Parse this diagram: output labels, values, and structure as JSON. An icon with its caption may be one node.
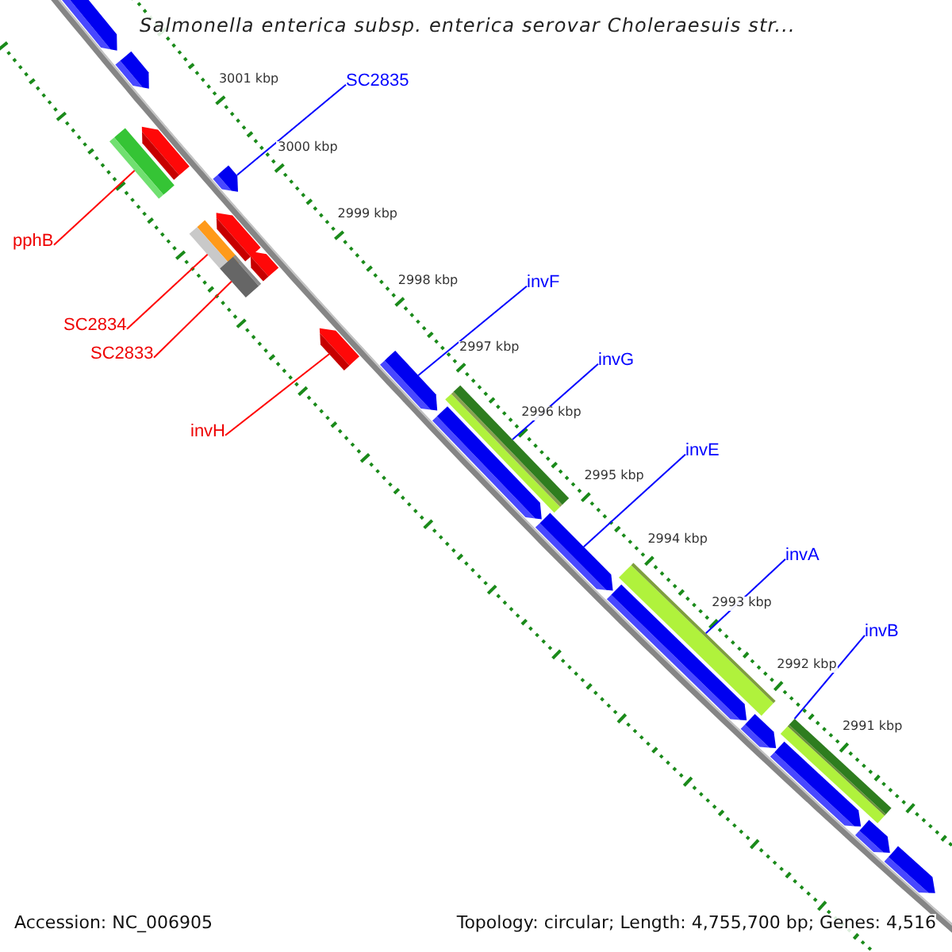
{
  "diagram": {
    "title": "Salmonella enterica subsp. enterica serovar Choleraesuis str...",
    "nodes": [
      {
        "text": [
          "SC2835"
        ]
      },
      {
        "text": [],
        "shape": "bar"
      },
      {
        "text": [
          "pphB"
        ]
      },
      {
        "text": [],
        "shape": "bar"
      },
      {
        "text": [
          "SC2834"
        ]
      },
      {
        "text": [],
        "shape": "bar"
      },
      {
        "text": [
          "SC2833"
        ]
      },
      {
        "text": [],
        "shape": "bar"
      },
      {
        "text": [
          "invF"
        ]
      },
      {
        "text": [],
        "shape": "bar"
      },
      {
        "text": [
          "invH"
        ]
      },
      {
        "text": [],
        "shape": "bar"
      },
      {
        "text": [
          "invG"
        ]
      },
      {
        "text": [],
        "shape": "bar"
      },
      {
        "text": [
          "invE"
        ]
      },
      {
        "text": [],
        "shape": "bar"
      },
      {
        "text": [
          "invA"
        ]
      },
      {
        "text": [],
        "shape": "bar"
      },
      {
        "text": [
          "invB"
        ]
      },
      {
        "text": [],
        "shape": "bar"
      },
      {
        "text": [],
        "shape": "bar"
      },
      {
        "text": [],
        "shape": "bar"
      },
      {
        "text": [],
        "shape": "bar"
      },
      {
        "text": [],
        "shape": "bar"
      },
      {
        "text": [],
        "shape": "bar"
      },
      {
        "text": [],
        "shape": "bar"
      },
      {
        "text": [],
        "shape": "bar"
      },
      {
        "text": [],
        "shape": "bar"
      },
      {
        "text": [],
        "shape": "bar"
      },
      {
        "text": [],
        "shape": "bar"
      },
      {
        "text": [],
        "shape": "bar"
      }
    ],
    "edges": [
      {
        "from": 0,
        "to": 1,
        "arrow": "none"
      },
      {
        "from": 2,
        "to": 3,
        "arrow": "none",
        "color": "#ff0000"
      },
      {
        "from": 4,
        "to": 5,
        "arrow": "none",
        "color": "#ff0000"
      },
      {
        "from": 6,
        "to": 7,
        "arrow": "none",
        "color": "#ff0000"
      },
      {
        "from": 8,
        "to": 9,
        "arrow": "none"
      },
      {
        "from": 10,
        "to": 11,
        "arrow": "none",
        "color": "#ff0000"
      },
      {
        "from": 12,
        "to": 13,
        "arrow": "none"
      },
      {
        "from": 14,
        "to": 15,
        "arrow": "none"
      },
      {
        "from": 16,
        "to": 17,
        "arrow": "none"
      },
      {
        "from": 18,
        "to": 19,
        "arrow": "none"
      }
    ],
    "labels": [
      "3001 kbp",
      "3000 kbp",
      "2999 kbp",
      "2998 kbp",
      "2997 kbp",
      "2996 kbp",
      "2995 kbp",
      "2994 kbp",
      "2993 kbp",
      "2992 kbp",
      "2991 kbp",
      "Accession: NC_006905",
      "Topology: circular; Length: 4,755,700 bp; Genes: 4,516"
    ]
  }
}
